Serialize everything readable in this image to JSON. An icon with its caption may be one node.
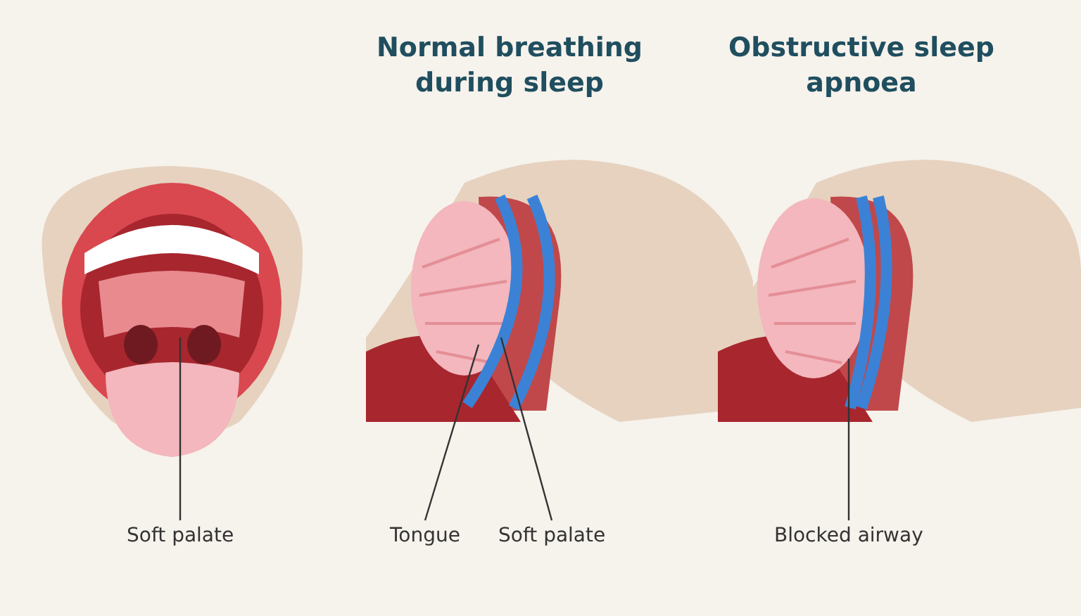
{
  "diagram": {
    "nodes": [
      {
        "text": [
          "Soft palate"
        ]
      },
      {
        "text": [
          "Tongue"
        ]
      },
      {
        "text": [
          "Soft palate"
        ]
      },
      {
        "text": [
          "Blocked airway"
        ]
      }
    ],
    "edges": [
      {
        "from": 0,
        "to": null,
        "arrow": "none"
      },
      {
        "from": 1,
        "to": null,
        "arrow": "none"
      },
      {
        "from": 2,
        "to": null,
        "arrow": "none"
      },
      {
        "from": 3,
        "to": null,
        "arrow": "none"
      }
    ],
    "labels": [
      "Normal breathing during sleep",
      "Obstructive sleep apnoea"
    ]
  }
}
